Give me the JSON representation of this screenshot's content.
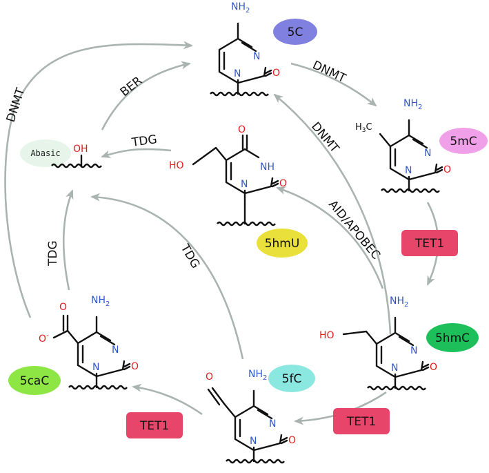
{
  "nodes": {
    "c5": {
      "badge": "5C",
      "color": "#8080e0"
    },
    "mc5": {
      "badge": "5mC",
      "color": "#f0a0e8",
      "methyl": "H3C"
    },
    "hmc5": {
      "badge": "5hmC",
      "color": "#1dbf5b",
      "ho": "HO"
    },
    "fc5": {
      "badge": "5fC",
      "color": "#8ae8e0"
    },
    "cac5": {
      "badge": "5caC",
      "color": "#8ee645"
    },
    "hmu5": {
      "badge": "5hmU",
      "color": "#eae03c",
      "ho": "HO"
    },
    "abasic": {
      "label": "Abasic",
      "oh": "OH",
      "color": "#e6f4ea"
    }
  },
  "atoms": {
    "n": "N",
    "o": "O",
    "nh2": "NH2",
    "nh": "NH",
    "o_minus": "O-"
  },
  "edges": [
    {
      "label": "DNMT",
      "from": "5C",
      "to": "5mC"
    },
    {
      "label": "TET1",
      "from": "5mC",
      "to": "5hmC",
      "box_color": "#e8456a"
    },
    {
      "label": "TET1",
      "from": "5hmC",
      "to": "5fC",
      "box_color": "#e8456a"
    },
    {
      "label": "TET1",
      "from": "5fC",
      "to": "5caC",
      "box_color": "#e8456a"
    },
    {
      "label": "DNMT",
      "from": "5hmC",
      "to": "5C"
    },
    {
      "label": "AID/APOBEC",
      "from": "5hmC",
      "to": "5hmU"
    },
    {
      "label": "TDG",
      "from": "5hmU",
      "to": "Abasic"
    },
    {
      "label": "TDG",
      "from": "5fC",
      "to": "Abasic"
    },
    {
      "label": "TDG",
      "from": "5caC",
      "to": "Abasic"
    },
    {
      "label": "BER",
      "from": "Abasic",
      "to": "5C"
    },
    {
      "label": "DNMT",
      "from": "5caC",
      "to": "5C"
    }
  ]
}
